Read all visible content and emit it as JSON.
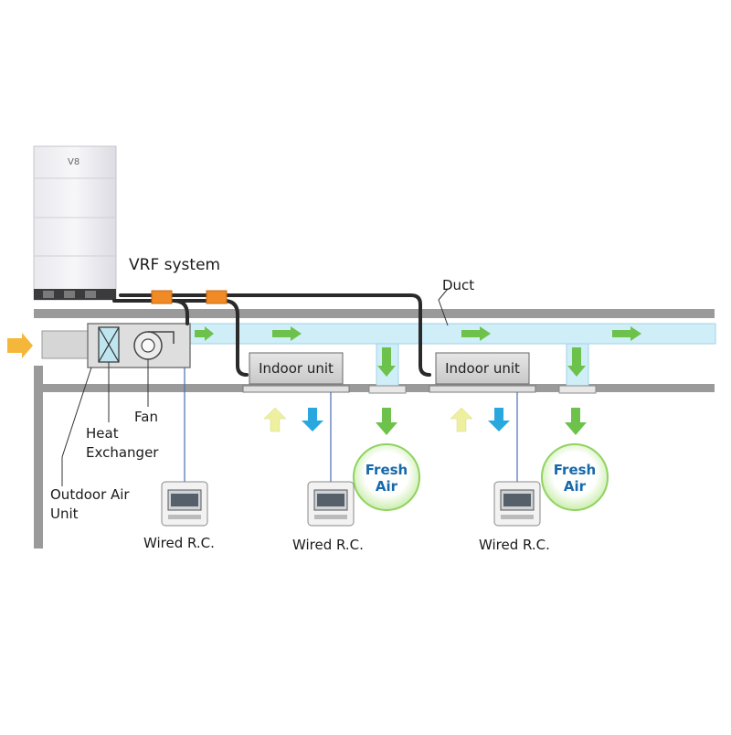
{
  "labels": {
    "vrf_system": "VRF system",
    "duct": "Duct",
    "fan": "Fan",
    "heat_exchanger_line1": "Heat",
    "heat_exchanger_line2": "Exchanger",
    "outdoor_air_unit_line1": "Outdoor Air",
    "outdoor_air_unit_line2": "Unit",
    "outdoor_unit_badge": "V8"
  },
  "indoor_units": [
    {
      "label": "Indoor unit"
    },
    {
      "label": "Indoor unit"
    }
  ],
  "fresh_air": [
    {
      "line1": "Fresh",
      "line2": "Air"
    },
    {
      "line1": "Fresh",
      "line2": "Air"
    }
  ],
  "controllers": [
    {
      "label": "Wired R.C."
    },
    {
      "label": "Wired R.C."
    },
    {
      "label": "Wired R.C."
    }
  ],
  "colors": {
    "duct_fill": "#cfeef8",
    "duct_wall": "#8a8a8a",
    "airflow_green": "#6cc24a",
    "airflow_blue": "#29a8e0",
    "airflow_yellow": "#eef0a0",
    "intake_orange": "#f5b73a",
    "refrigerant_pipe": "#2a2a2a",
    "valve_orange": "#f08a24",
    "fresh_air_ring": "#8fd35f",
    "fresh_air_text": "#1769aa"
  }
}
